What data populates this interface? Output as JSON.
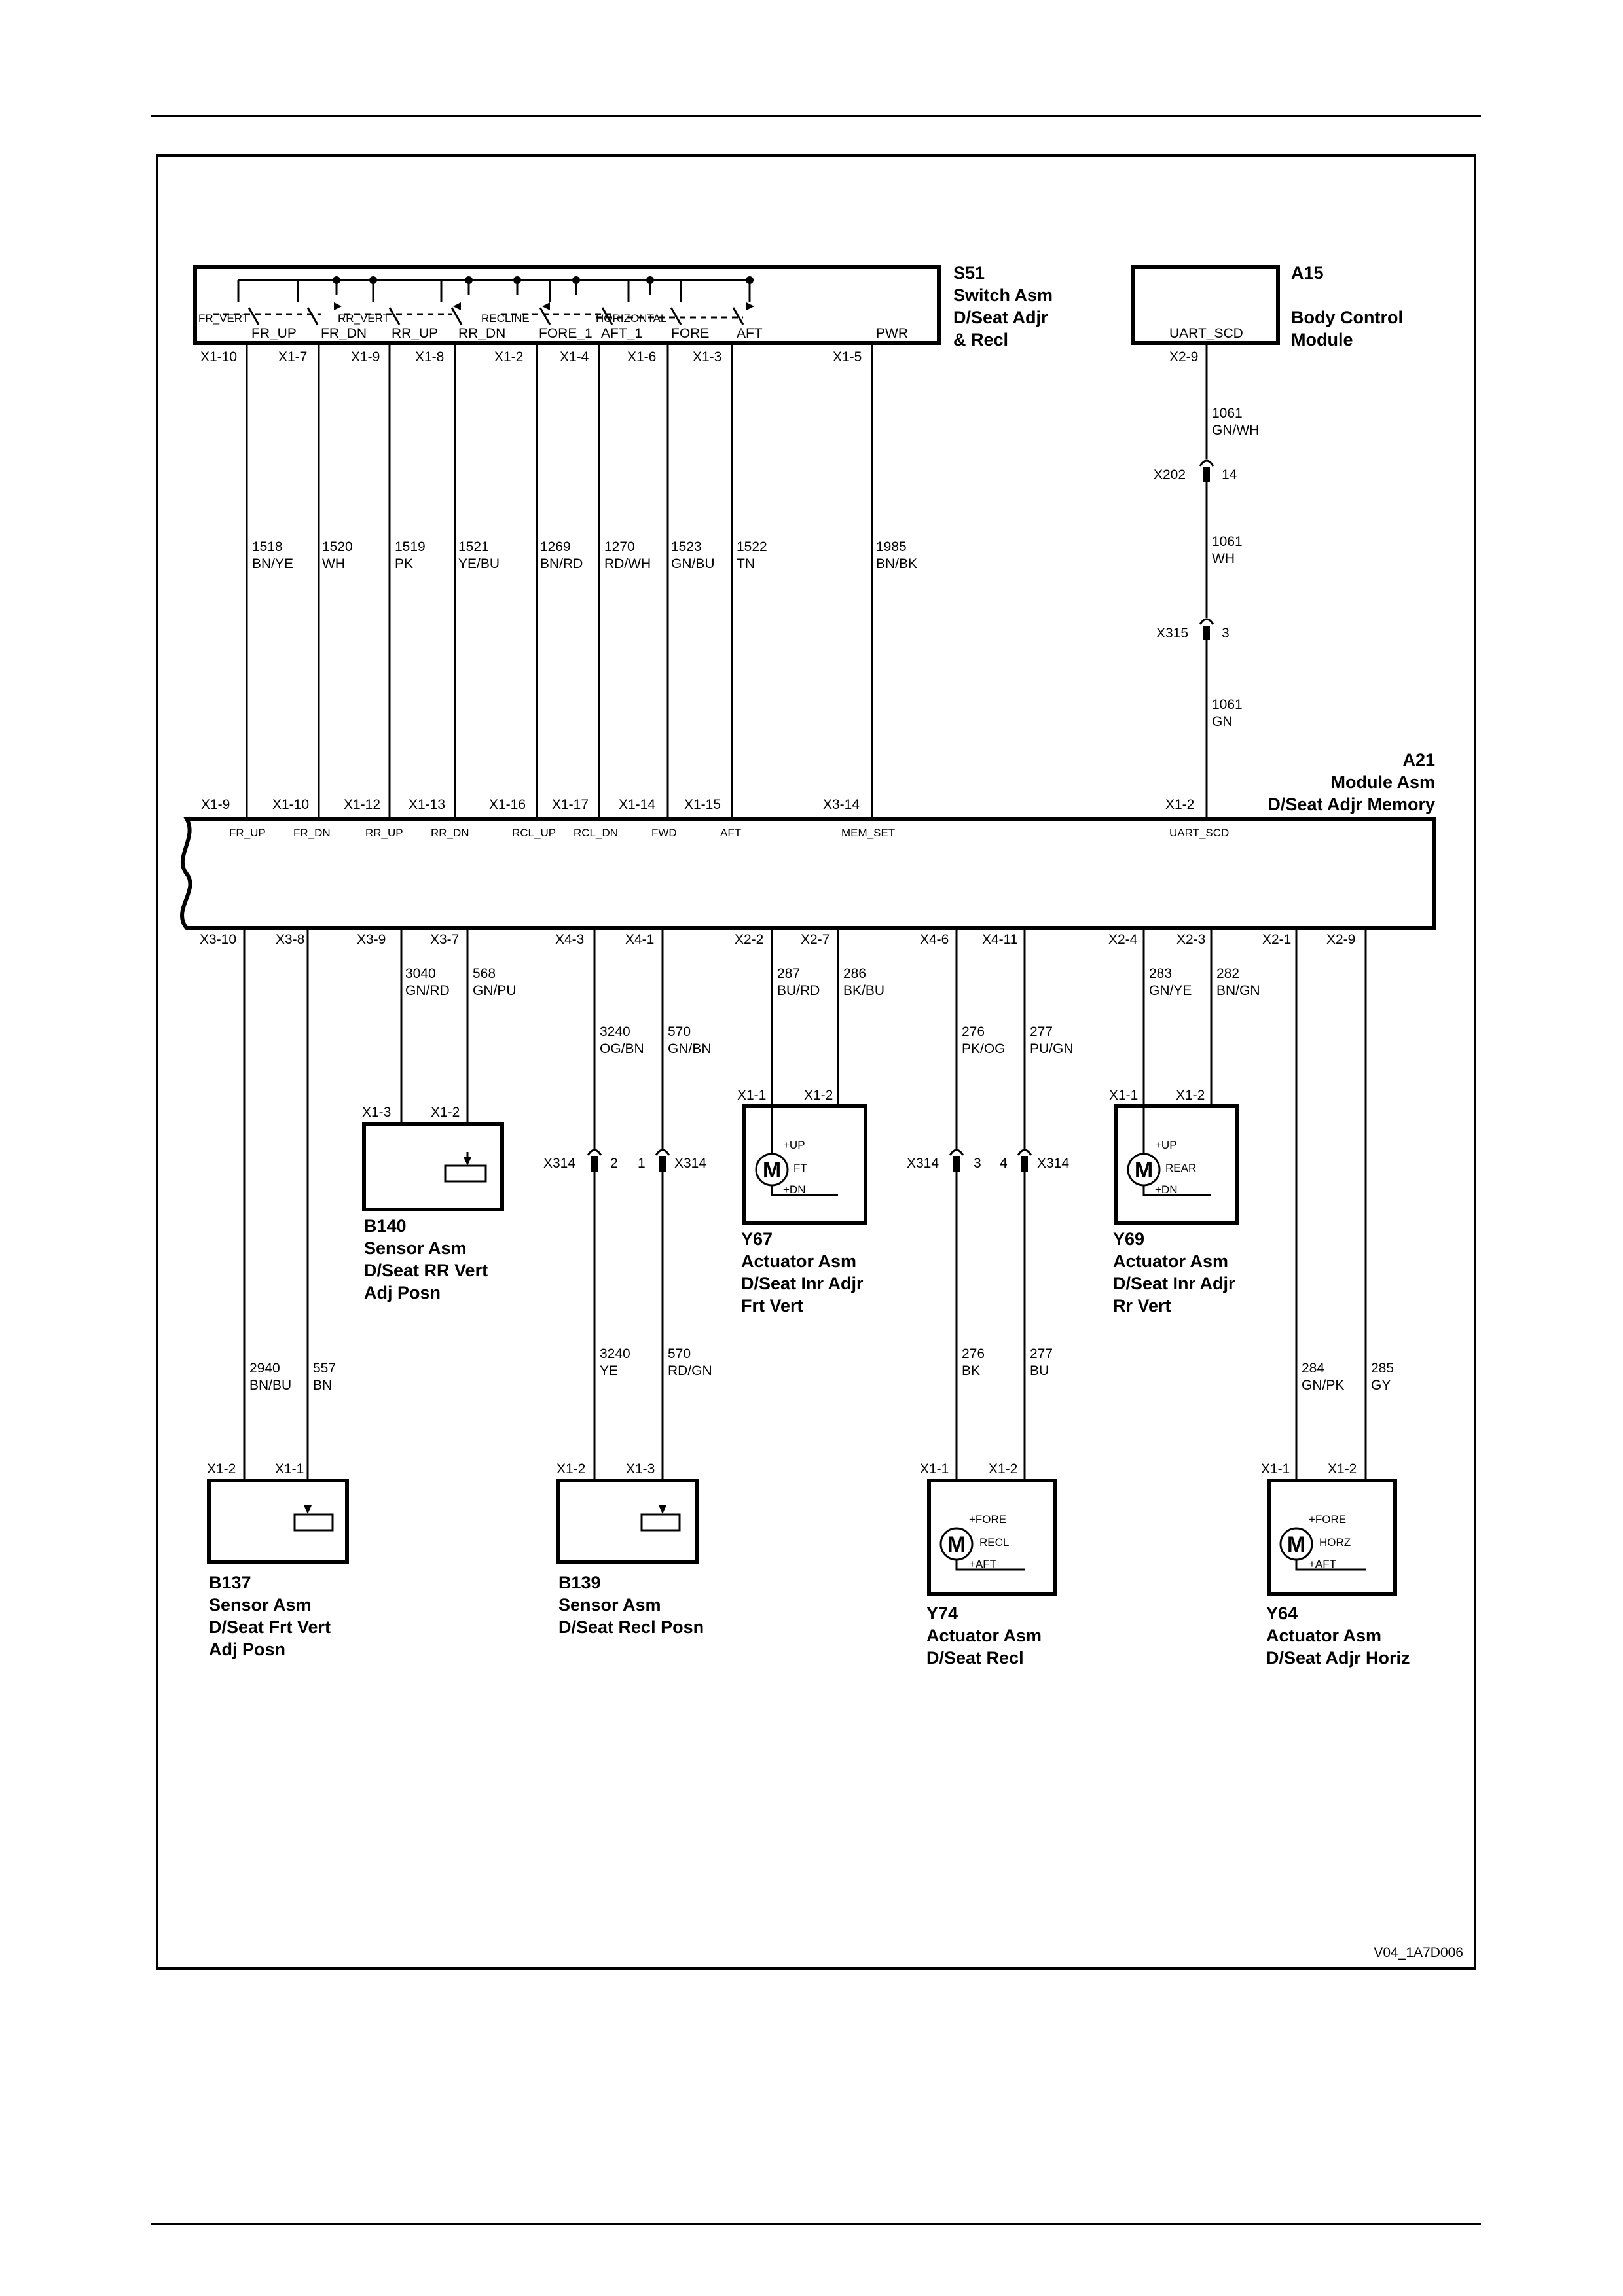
{
  "figure_code": "V04_1A7D006",
  "components": {
    "S51": {
      "ref": "S51",
      "lines": [
        "Switch Asm",
        "D/Seat Adjr",
        "& Recl"
      ],
      "pin_labels": [
        "FR_UP",
        "FR_DN",
        "RR_UP",
        "RR_DN",
        "FORE_1",
        "AFT_1",
        "FORE",
        "AFT",
        "PWR"
      ],
      "group_labels": [
        "FR_VERT",
        "RR_VERT",
        "RECLINE",
        "HORIZONTAL"
      ],
      "connectors": [
        "X1-10",
        "X1-7",
        "X1-9",
        "X1-8",
        "X1-2",
        "X1-4",
        "X1-6",
        "X1-3",
        "X1-5"
      ]
    },
    "A15": {
      "ref": "A15",
      "lines": [
        "Body Control",
        "Module"
      ],
      "pin_label": "UART_SCD",
      "connector": "X2-9"
    },
    "A21": {
      "ref": "A21",
      "lines": [
        "Module Asm",
        "D/Seat Adjr Memory"
      ],
      "top_connectors": [
        "X1-9",
        "X1-10",
        "X1-12",
        "X1-13",
        "X1-16",
        "X1-17",
        "X1-14",
        "X1-15",
        "X3-14",
        "X1-2"
      ],
      "top_pin_labels": [
        "FR_UP",
        "FR_DN",
        "RR_UP",
        "RR_DN",
        "RCL_UP",
        "RCL_DN",
        "FWD",
        "AFT",
        "MEM_SET",
        "UART_SCD"
      ],
      "bottom_connectors": [
        "X3-10",
        "X3-8",
        "X3-9",
        "X3-7",
        "X4-3",
        "X4-1",
        "X2-2",
        "X2-7",
        "X4-6",
        "X4-11",
        "X2-4",
        "X2-3",
        "X2-1",
        "X2-9"
      ]
    },
    "B140": {
      "ref": "B140",
      "lines": [
        "Sensor Asm",
        "D/Seat RR Vert",
        "Adj Posn"
      ],
      "connectors": [
        "X1-3",
        "X1-2"
      ]
    },
    "Y67": {
      "ref": "Y67",
      "lines": [
        "Actuator Asm",
        "D/Seat Inr Adjr",
        "Frt Vert"
      ],
      "connectors": [
        "X1-1",
        "X1-2"
      ],
      "motor": "M",
      "labels": [
        "+UP",
        "FT",
        "+DN"
      ]
    },
    "Y69": {
      "ref": "Y69",
      "lines": [
        "Actuator Asm",
        "D/Seat Inr Adjr",
        "Rr Vert"
      ],
      "connectors": [
        "X1-1",
        "X1-2"
      ],
      "motor": "M",
      "labels": [
        "+UP",
        "REAR",
        "+DN"
      ]
    },
    "B137": {
      "ref": "B137",
      "lines": [
        "Sensor Asm",
        "D/Seat Frt Vert",
        "Adj Posn"
      ],
      "connectors": [
        "X1-2",
        "X1-1"
      ]
    },
    "B139": {
      "ref": "B139",
      "lines": [
        "Sensor Asm",
        "D/Seat Recl Posn"
      ],
      "connectors": [
        "X1-2",
        "X1-3"
      ]
    },
    "Y74": {
      "ref": "Y74",
      "lines": [
        "Actuator Asm",
        "D/Seat Recl"
      ],
      "connectors": [
        "X1-1",
        "X1-2"
      ],
      "motor": "M",
      "labels": [
        "+FORE",
        "RECL",
        "+AFT"
      ]
    },
    "Y64": {
      "ref": "Y64",
      "lines": [
        "Actuator Asm",
        "D/Seat Adjr Horiz"
      ],
      "connectors": [
        "X1-1",
        "X1-2"
      ],
      "motor": "M",
      "labels": [
        "+FORE",
        "HORZ",
        "+AFT"
      ]
    }
  },
  "wires_s51": [
    {
      "num": "1518",
      "color": "BN/YE"
    },
    {
      "num": "1520",
      "color": "WH"
    },
    {
      "num": "1519",
      "color": "PK"
    },
    {
      "num": "1521",
      "color": "YE/BU"
    },
    {
      "num": "1269",
      "color": "BN/RD"
    },
    {
      "num": "1270",
      "color": "RD/WH"
    },
    {
      "num": "1523",
      "color": "GN/BU"
    },
    {
      "num": "1522",
      "color": "TN"
    },
    {
      "num": "1985",
      "color": "BN/BK"
    }
  ],
  "wire_a15_1": {
    "num": "1061",
    "color": "GN/WH"
  },
  "wire_a15_2": {
    "num": "1061",
    "color": "WH"
  },
  "wire_a15_3": {
    "num": "1061",
    "color": "GN"
  },
  "inline_a15": [
    {
      "name": "X202",
      "pin": "14"
    },
    {
      "name": "X315",
      "pin": "3"
    }
  ],
  "wires_bottom_upper": [
    {
      "num": "3040",
      "color": "GN/RD"
    },
    {
      "num": "568",
      "color": "GN/PU"
    },
    {
      "num": "3240",
      "color": "OG/BN"
    },
    {
      "num": "570",
      "color": "GN/BN"
    },
    {
      "num": "287",
      "color": "BU/RD"
    },
    {
      "num": "286",
      "color": "BK/BU"
    },
    {
      "num": "276",
      "color": "PK/OG"
    },
    {
      "num": "277",
      "color": "PU/GN"
    },
    {
      "num": "283",
      "color": "GN/YE"
    },
    {
      "num": "282",
      "color": "BN/GN"
    }
  ],
  "wires_bottom_lower": [
    {
      "num": "2940",
      "color": "BN/BU"
    },
    {
      "num": "557",
      "color": "BN"
    },
    {
      "num": "3240",
      "color": "YE"
    },
    {
      "num": "570",
      "color": "RD/GN"
    },
    {
      "num": "276",
      "color": "BK"
    },
    {
      "num": "277",
      "color": "BU"
    },
    {
      "num": "284",
      "color": "GN/PK"
    },
    {
      "num": "285",
      "color": "GY"
    }
  ],
  "inline_x314": [
    {
      "name": "X314",
      "pin": "2"
    },
    {
      "name": "X314",
      "pin": "1"
    },
    {
      "name": "X314",
      "pin": "3"
    },
    {
      "name": "X314",
      "pin": "4"
    }
  ]
}
